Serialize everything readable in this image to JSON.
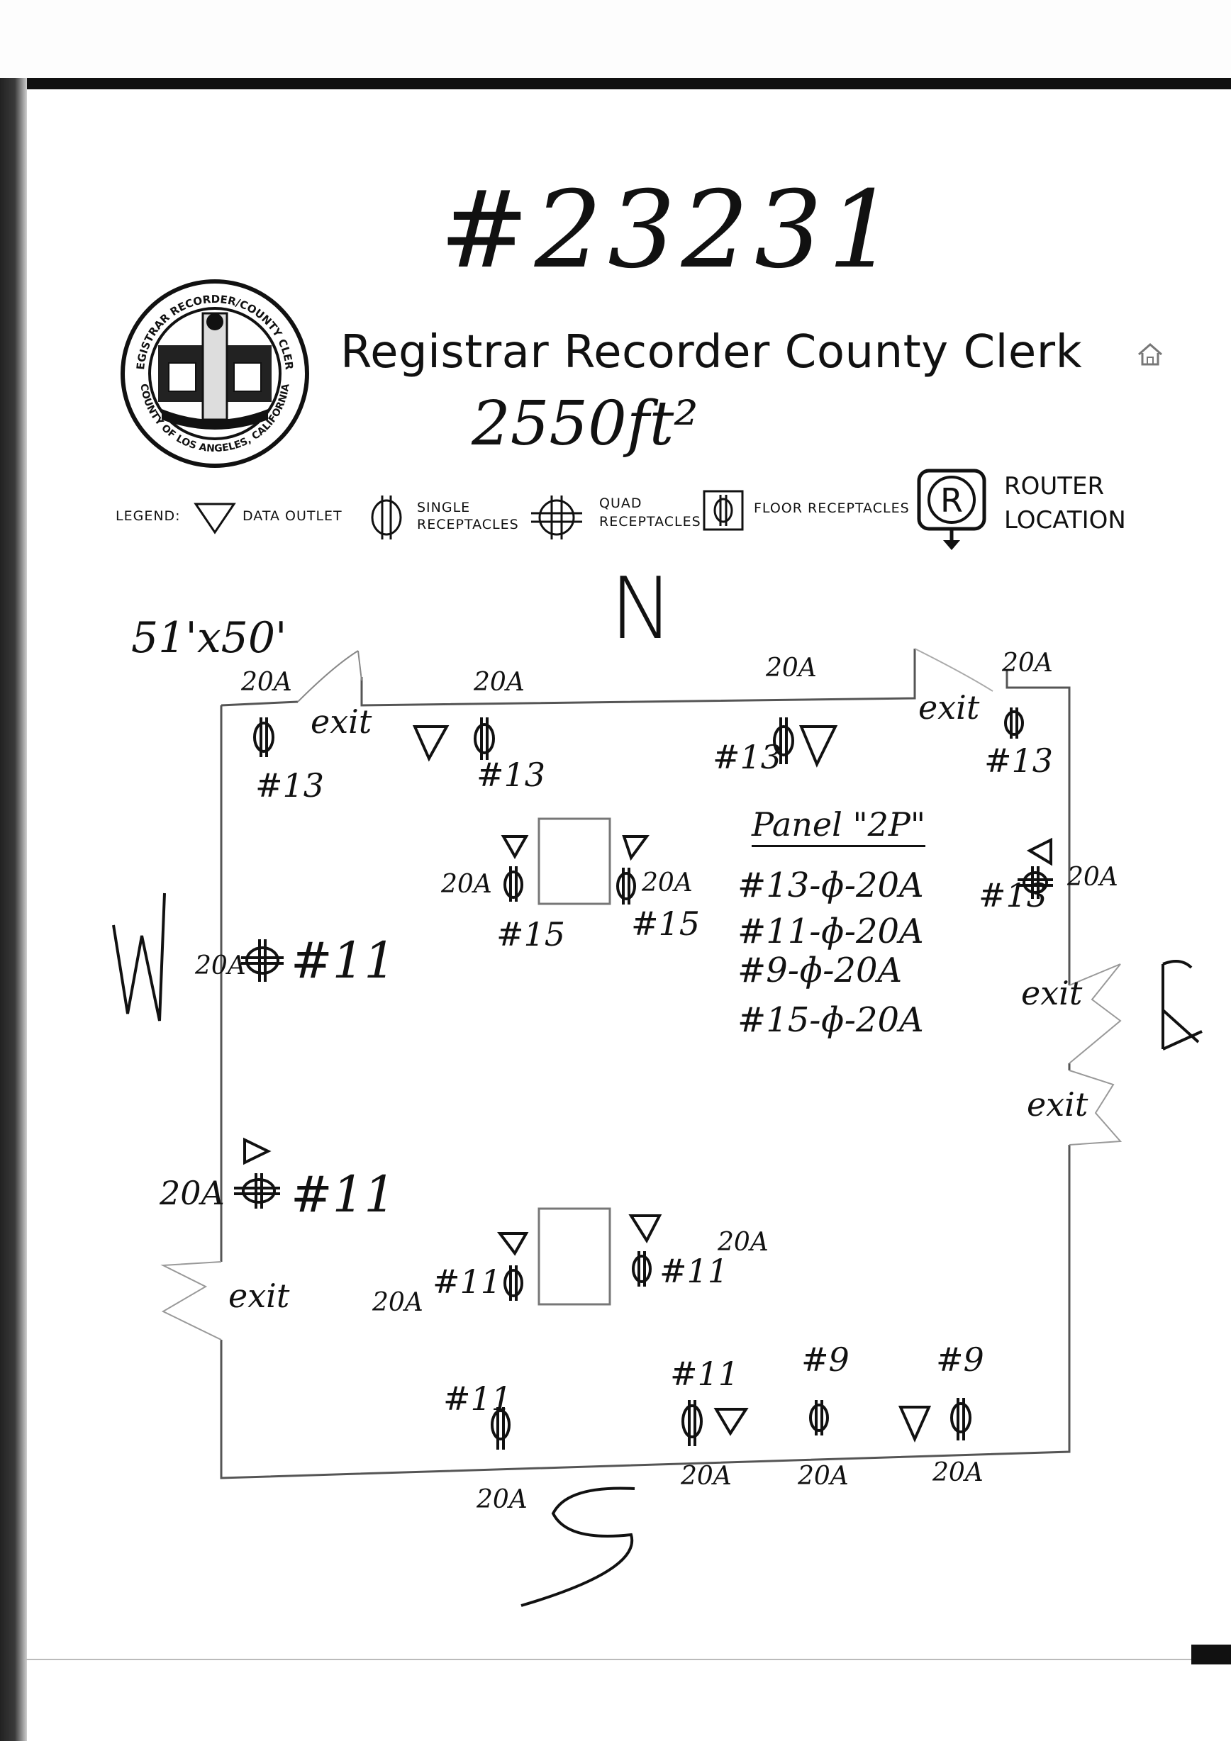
{
  "header": {
    "handwritten_number": "#23231",
    "title": "Registrar Recorder County Clerk",
    "area": "2550ft²",
    "home_icon": "home-icon",
    "seal": {
      "top_text": "REGISTRAR RECORDER/COUNTY CLERK",
      "bottom_text": "COUNTY OF LOS ANGELES, CALIFORNIA"
    }
  },
  "legend": {
    "label": "LEGEND:",
    "data_outlet": "DATA OUTLET",
    "single_receptacles_1": "SINGLE",
    "single_receptacles_2": "RECEPTACLES",
    "quad_receptacles_1": "QUAD",
    "quad_receptacles_2": "RECEPTACLES",
    "floor_receptacles": "FLOOR RECEPTACLES",
    "router_symbol": "R",
    "router_1": "ROUTER",
    "router_2": "LOCATION"
  },
  "plan": {
    "dimensions": "51'x50'",
    "compass": {
      "north": "N",
      "south": "S",
      "east": "E",
      "west": "W"
    },
    "exits": [
      "exit",
      "exit",
      "exit",
      "exit",
      "exit"
    ],
    "panel": {
      "title": "Panel \"2P\"",
      "lines": [
        "#13-ɸ-20A",
        "#11-ɸ-20A",
        "#9-ɸ-20A",
        "#15-ɸ-20A"
      ]
    },
    "labels": {
      "nw_20a": "20A",
      "nw_13": "#13",
      "n1_20a": "20A",
      "n1_13": "#13",
      "n2_20a": "20A",
      "n2_13": "#13",
      "ne_20a": "20A",
      "ne_13": "#13",
      "col1_20a": "20A",
      "col1_15": "#15",
      "col2_20a": "20A",
      "col2_15": "#15",
      "e_13": "#13",
      "e_20a": "20A",
      "w_20a": "20A",
      "w_11": "#11",
      "sw_20a": "20A",
      "sw_11": "#11",
      "col3_20a": "20A",
      "col3_11": "#11",
      "col4_11": "#11",
      "col4_20a": "20A",
      "s1_11": "#11",
      "s1_20a": "20A",
      "s2_11": "#11",
      "s2_20a": "20A",
      "s3_9": "#9",
      "s3_20a": "20A",
      "s4_9": "#9",
      "s4_20a": "20A"
    }
  }
}
